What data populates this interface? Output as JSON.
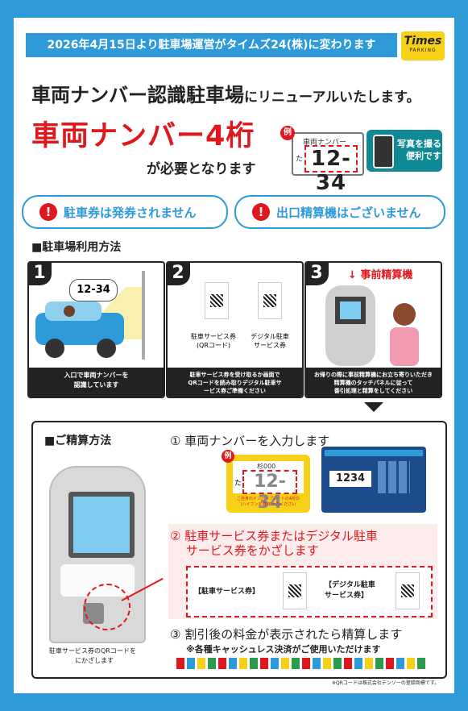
{
  "banner": "2026年4月15日より駐車場運営がタイムズ24(株)に変わります",
  "logo": {
    "name": "Times",
    "sub": "PARKING",
    "color": "#f7d117"
  },
  "headline": {
    "big": "車両ナンバー認識駐車場",
    "small": "にリニューアルいたします。"
  },
  "red_headline": "車両ナンバー4桁",
  "needed": "が必要となります",
  "example_plate": {
    "badge": "例",
    "top": "車両ナンバー",
    "kana": "た",
    "number": "12-34"
  },
  "photo_tip": {
    "line1": "写真を撮ると",
    "line2": "便利です",
    "icon": "smartphone-camera-icon"
  },
  "notices": [
    {
      "icon": "exclamation-icon",
      "label": "駐車券は発券されません"
    },
    {
      "icon": "exclamation-icon",
      "label": "出口精算機はございません"
    }
  ],
  "usage_title": "■駐車場利用方法",
  "steps": [
    {
      "num": "1",
      "plate": "12-34",
      "caption": "入口で車両ナンバーを\n認識しています"
    },
    {
      "num": "2",
      "ticket1": "駐車サービス券\n(QRコード)",
      "ticket2": "デジタル駐車\nサービス券",
      "caption": "駐車サービス券を受け取るか画面で\nQRコードを読み取りデジタル駐車サ\nービス券ご準備ください"
    },
    {
      "num": "3",
      "heading": "事前精算機",
      "caption": "お帰りの際に事前精算機にお立ち寄りいただき\n精算機のタッチパネルに従って\n番引処理と精算をしてください"
    }
  ],
  "payment": {
    "title": "■ご精算方法",
    "step1": "① 車両ナンバーを入力します",
    "example": {
      "badge": "例",
      "top": "杉000",
      "kana": "た",
      "number": "12-34",
      "note": "ご自身のナンバープレートの4桁の\n(ハイフン不要)を入力ください"
    },
    "keypad_display": "1234",
    "step2": "② 駐車サービス券またはデジタル駐車\n　 サービス券をかざします",
    "ticket_label1": "【駐車サービス券】",
    "ticket_label2": "【デジタル駐車\nサービス券】",
    "step3": "③ 割引後の料金が表示されたら精算します",
    "step3_note": "※各種キャッシュレス決済がご使用いただけます",
    "machine_caption": "駐車サービス券のQRコードを\n　　　　にかざします"
  },
  "footnote": "※QRコードは株式会社デンソーの登録商標です。",
  "colors": {
    "blue": "#2e9ad8",
    "red": "#e0171d",
    "yellow": "#f7d117",
    "teal": "#0f8a95"
  }
}
